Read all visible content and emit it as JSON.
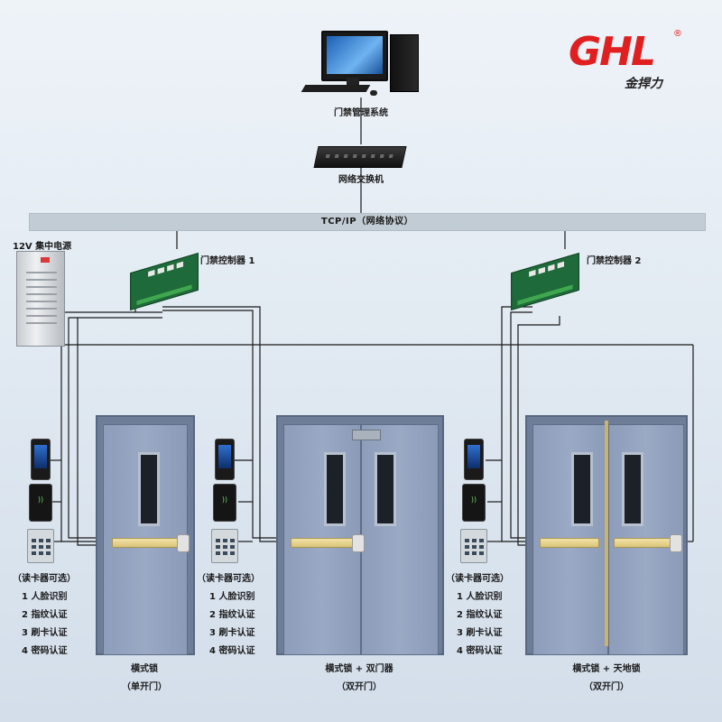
{
  "logo": {
    "mark": "GHL",
    "registered": "®",
    "name": "金捍力"
  },
  "management_system": {
    "label": "门禁管理系统"
  },
  "network_switch": {
    "label": "网络交换机"
  },
  "bus": {
    "label": "TCP/IP（网络协议）"
  },
  "power_supply": {
    "label": "12V 集中电源"
  },
  "controllers": [
    {
      "label": "门禁控制器 1"
    },
    {
      "label": "门禁控制器 2"
    }
  ],
  "reader_groups": [
    {
      "title": "（读卡器可选）",
      "options": [
        "1 人脸识别",
        "2 指纹认证",
        "3 刷卡认证",
        "4 密码认证"
      ]
    },
    {
      "title": "（读卡器可选）",
      "options": [
        "1 人脸识别",
        "2 指纹认证",
        "3 刷卡认证",
        "4 密码认证"
      ]
    },
    {
      "title": "（读卡器可选）",
      "options": [
        "1 人脸识别",
        "2 指纹认证",
        "3 刷卡认证",
        "4 密码认证"
      ]
    }
  ],
  "doors": [
    {
      "lock": "横式锁",
      "type": "（单开门）"
    },
    {
      "lock": "横式锁 + 双门器",
      "type": "（双开门）"
    },
    {
      "lock": "横式锁 + 天地锁",
      "type": "（双开门）"
    }
  ],
  "colors": {
    "logo_red": "#e02020",
    "bus_gray": "#c2ccd4",
    "door_blue": "#8d9dba",
    "wire": "#1a1a1a"
  },
  "icons": [
    "desktop-computer-icon",
    "network-switch-icon",
    "power-supply-icon",
    "controller-board-icon",
    "face-reader-icon",
    "card-reader-icon",
    "keypad-icon",
    "push-bar-lock-icon"
  ]
}
